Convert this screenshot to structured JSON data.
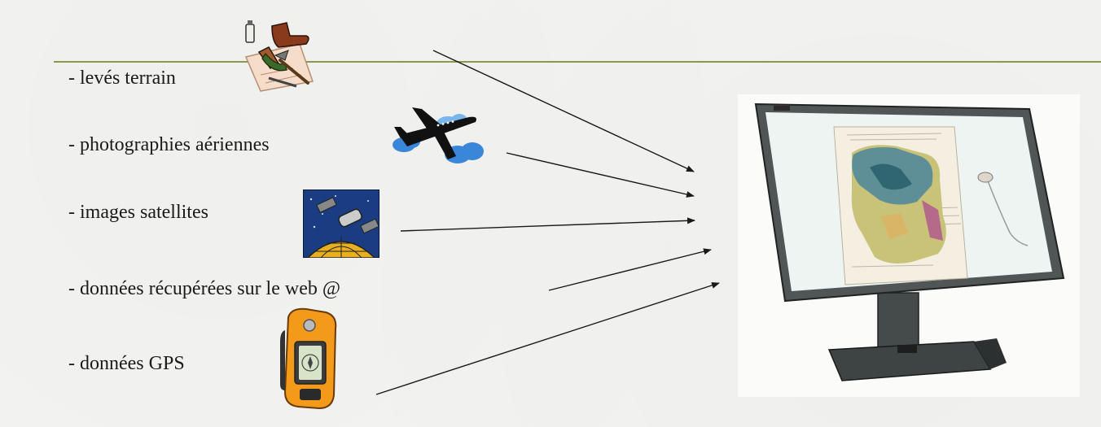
{
  "sources": [
    {
      "label": "- levés terrain",
      "icon": "field-survey-icon"
    },
    {
      "label": "- photographies aériennes",
      "icon": "airplane-icon"
    },
    {
      "label": "- images satellites",
      "icon": "satellite-icon"
    },
    {
      "label": "- données récupérées sur le web @",
      "icon": "web-at-icon"
    },
    {
      "label": "- données GPS",
      "icon": "gps-device-icon"
    }
  ],
  "target": {
    "icon": "digitizing-table-icon"
  },
  "colors": {
    "rule": "#8a9a4a",
    "text": "#1a1a1a",
    "arrow": "#1a1a1a"
  }
}
